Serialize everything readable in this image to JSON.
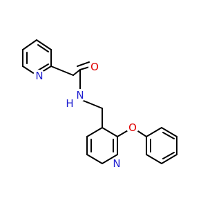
{
  "molecule": {
    "atoms": [
      {
        "id": "n-pyr1",
        "label": "N",
        "color": "#1f1fd0"
      },
      {
        "id": "o-amide",
        "label": "O",
        "color": "#e00000"
      },
      {
        "id": "n-amide",
        "label": "N",
        "color": "#1f1fd0"
      },
      {
        "id": "h-amide",
        "label": "H",
        "color": "#1f1fd0"
      },
      {
        "id": "o-ether",
        "label": "O",
        "color": "#e00000"
      },
      {
        "id": "n-pyr2",
        "label": "N",
        "color": "#1f1fd0"
      }
    ]
  }
}
